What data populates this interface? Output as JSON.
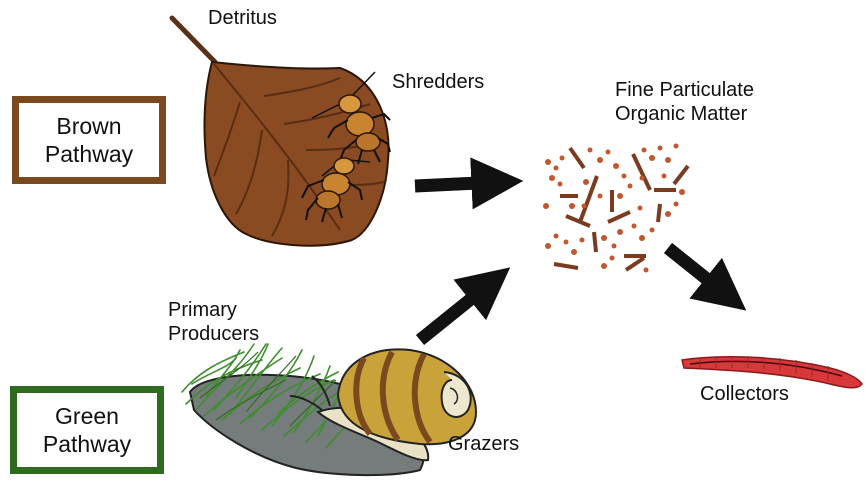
{
  "colors": {
    "brown_pathway": "#7a4a1e",
    "green_pathway": "#2f6b1e",
    "arrow": "#111111",
    "leaf": "#8a4a22",
    "particles": "#b5502a",
    "worm": "#d8383a",
    "grass": "#3f8e2e",
    "rock": "#767b7c",
    "snail_shell": "#c9a33a"
  },
  "boxes": {
    "brown": {
      "line1": "Brown",
      "line2": "Pathway"
    },
    "green": {
      "line1": "Green",
      "line2": "Pathway"
    }
  },
  "labels": {
    "detritus": "Detritus",
    "shredders": "Shredders",
    "fpom_line1": "Fine Particulate",
    "fpom_line2": "Organic Matter",
    "primary_producers_line1": "Primary",
    "primary_producers_line2": "Producers",
    "grazers": "Grazers",
    "collectors": "Collectors"
  },
  "icons": [
    "leaf-icon",
    "shredder-insect-icon",
    "particle-cluster-icon",
    "snail-icon",
    "algae-grass-icon",
    "rock-icon",
    "worm-icon",
    "arrow-icon"
  ]
}
